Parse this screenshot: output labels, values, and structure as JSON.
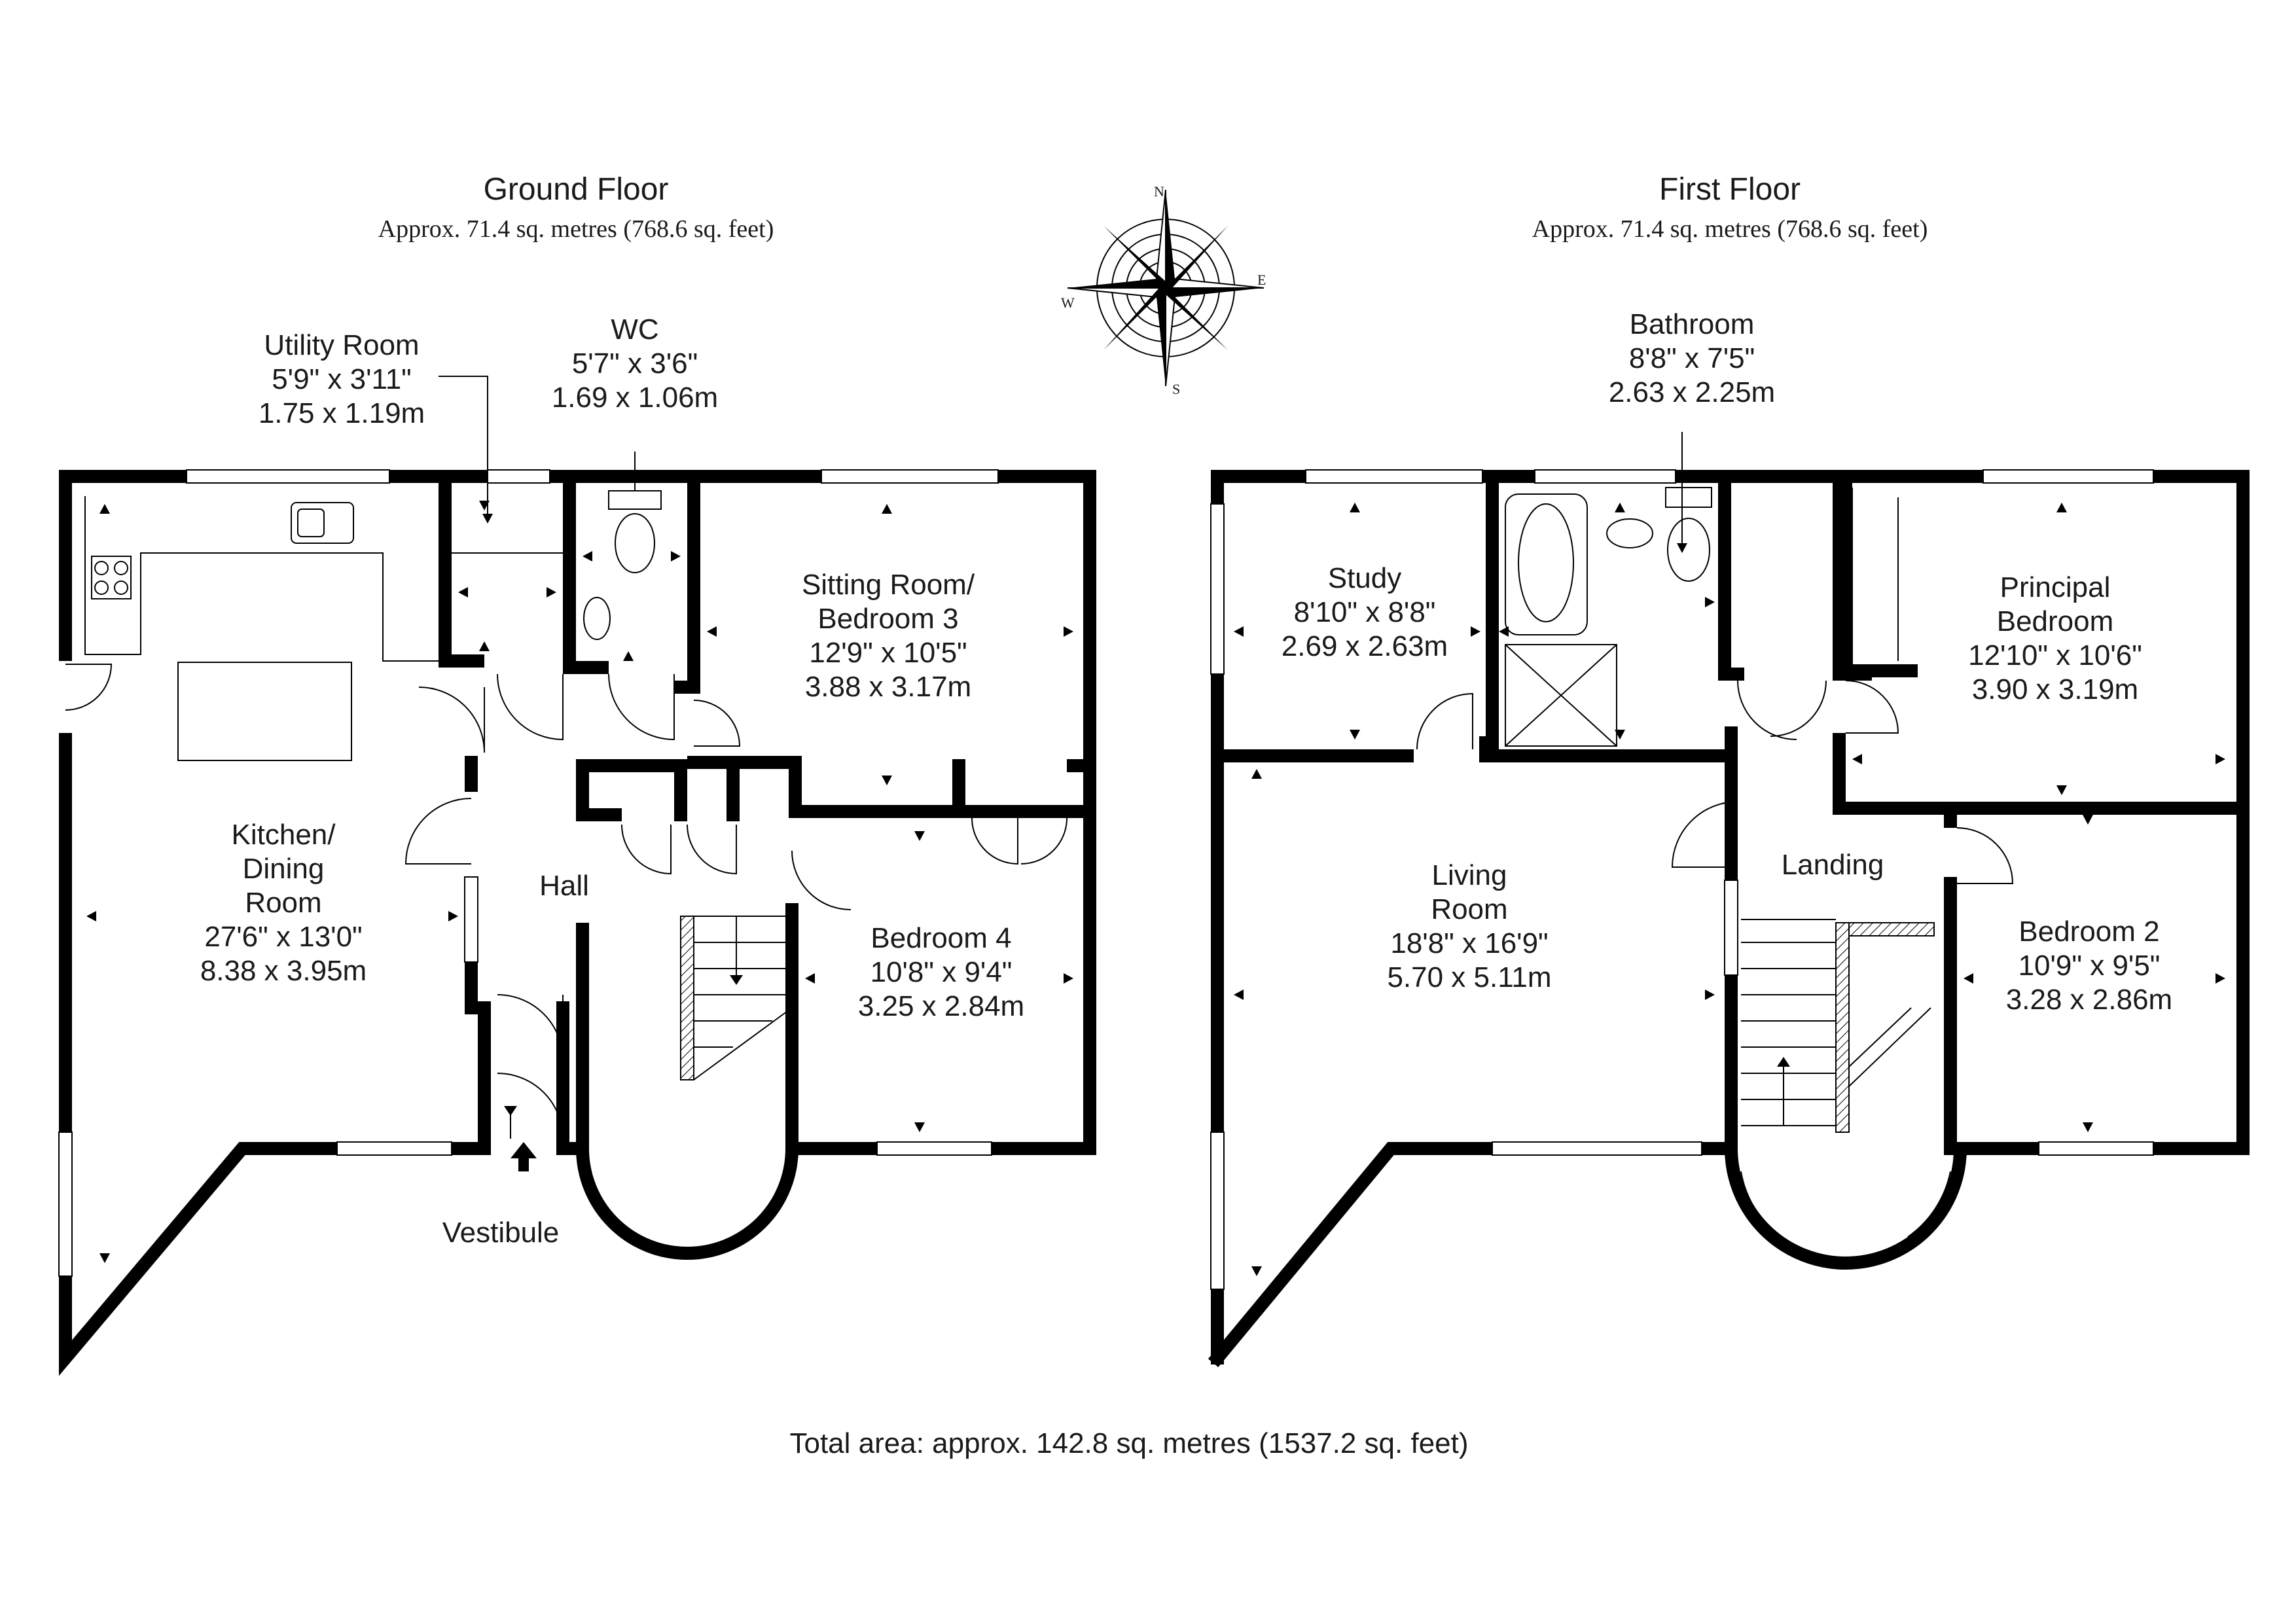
{
  "floors": [
    {
      "title": "Ground Floor",
      "area": "Approx. 71.4 sq. metres (768.6 sq. feet)"
    },
    {
      "title": "First Floor",
      "area": "Approx. 71.4 sq. metres (768.6 sq. feet)"
    }
  ],
  "total_area": "Total area: approx. 142.8 sq. metres (1537.2 sq. feet)",
  "compass": {
    "n": "N",
    "e": "E",
    "s": "S",
    "w": "W"
  },
  "rooms": {
    "utility": {
      "name": "Utility Room",
      "imperial": "5'9\" x 3'11\"",
      "metric": "1.75 x 1.19m"
    },
    "wc": {
      "name": "WC",
      "imperial": "5'7\" x 3'6\"",
      "metric": "1.69 x 1.06m"
    },
    "sitting": {
      "name1": "Sitting Room/",
      "name2": "Bedroom 3",
      "imperial": "12'9\" x 10'5\"",
      "metric": "3.88 x 3.17m"
    },
    "kitchen": {
      "name1": "Kitchen/",
      "name2": "Dining",
      "name3": "Room",
      "imperial": "27'6\" x 13'0\"",
      "metric": "8.38 x 3.95m"
    },
    "hall": {
      "name": "Hall"
    },
    "bedroom4": {
      "name": "Bedroom 4",
      "imperial": "10'8\" x 9'4\"",
      "metric": "3.25 x 2.84m"
    },
    "vestibule": {
      "name": "Vestibule"
    },
    "bathroom": {
      "name": "Bathroom",
      "imperial": "8'8\" x 7'5\"",
      "metric": "2.63 x 2.25m"
    },
    "study": {
      "name": "Study",
      "imperial": "8'10\" x 8'8\"",
      "metric": "2.69 x 2.63m"
    },
    "principal": {
      "name1": "Principal",
      "name2": "Bedroom",
      "imperial": "12'10\" x 10'6\"",
      "metric": "3.90 x 3.19m"
    },
    "living": {
      "name1": "Living",
      "name2": "Room",
      "imperial": "18'8\" x 16'9\"",
      "metric": "5.70 x 5.11m"
    },
    "landing": {
      "name": "Landing"
    },
    "bedroom2": {
      "name": "Bedroom 2",
      "imperial": "10'9\" x 9'5\"",
      "metric": "3.28 x 2.86m"
    }
  }
}
